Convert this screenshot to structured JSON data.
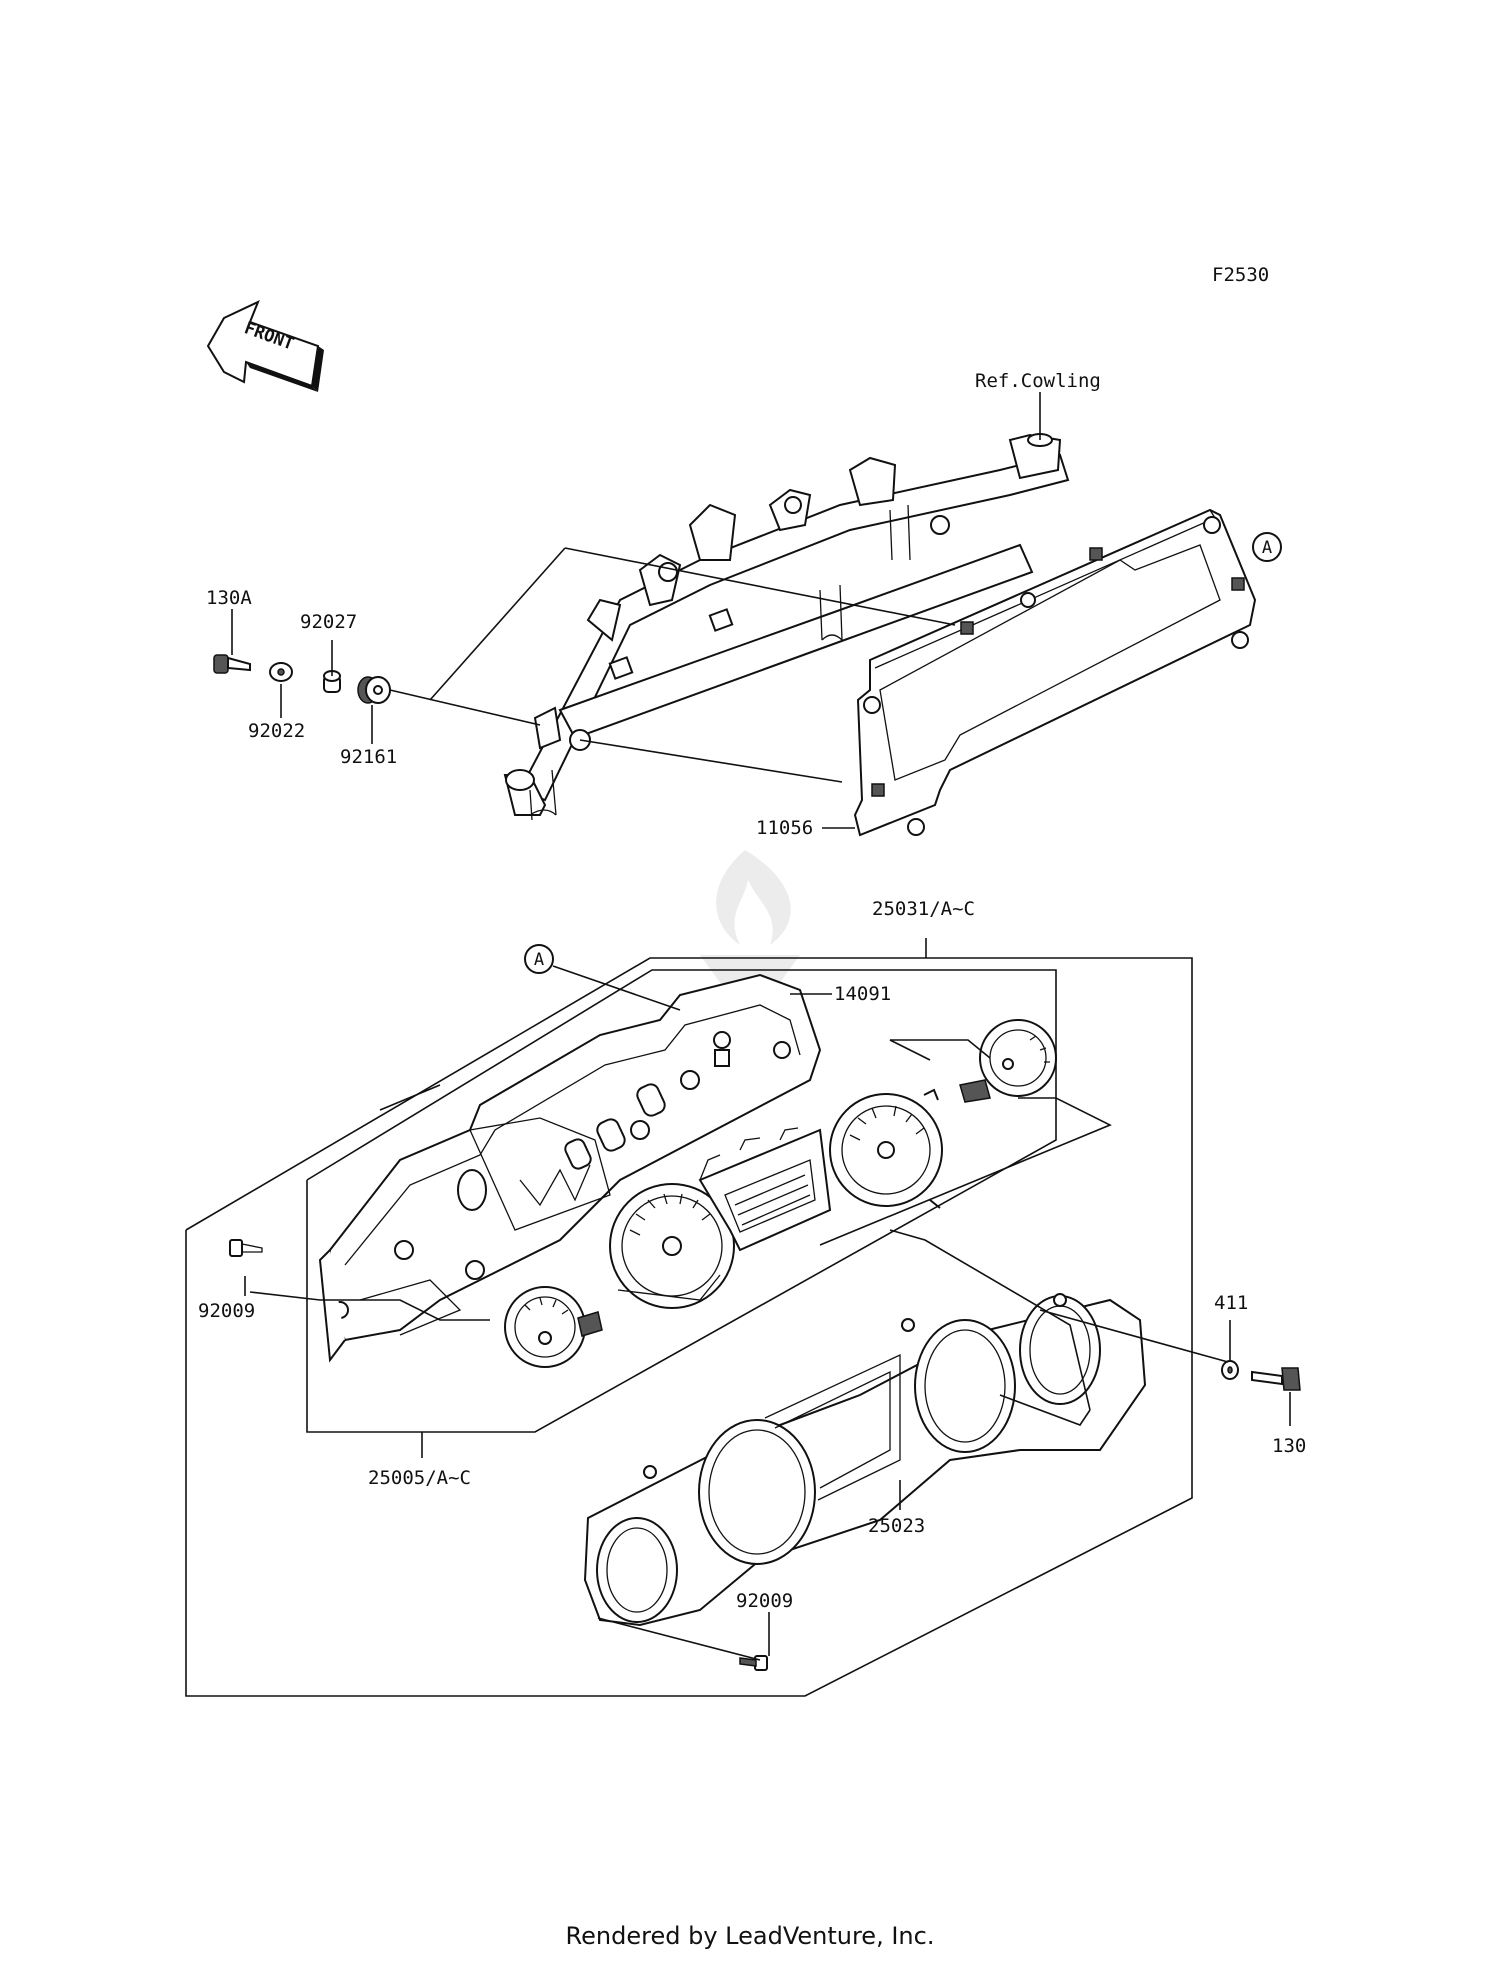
{
  "diagram_code": "F2530",
  "front_arrow": {
    "label": "FRONT",
    "icon": "front-direction-arrow-icon"
  },
  "callouts": {
    "ref_cowling": "Ref.Cowling",
    "part_130A": "130A",
    "part_92027": "92027",
    "part_92022": "92022",
    "part_92161": "92161",
    "part_11056": "11056",
    "ref_a_top": "A",
    "part_25031": "25031/A~C",
    "ref_a_bottom": "A",
    "part_14091": "14091",
    "part_92009_left": "92009",
    "part_411": "411",
    "part_130": "130",
    "part_25005": "25005/A~C",
    "part_25023": "25023",
    "part_92009_bottom": "92009"
  },
  "footer": {
    "text": "Rendered by LeadVenture, Inc."
  }
}
